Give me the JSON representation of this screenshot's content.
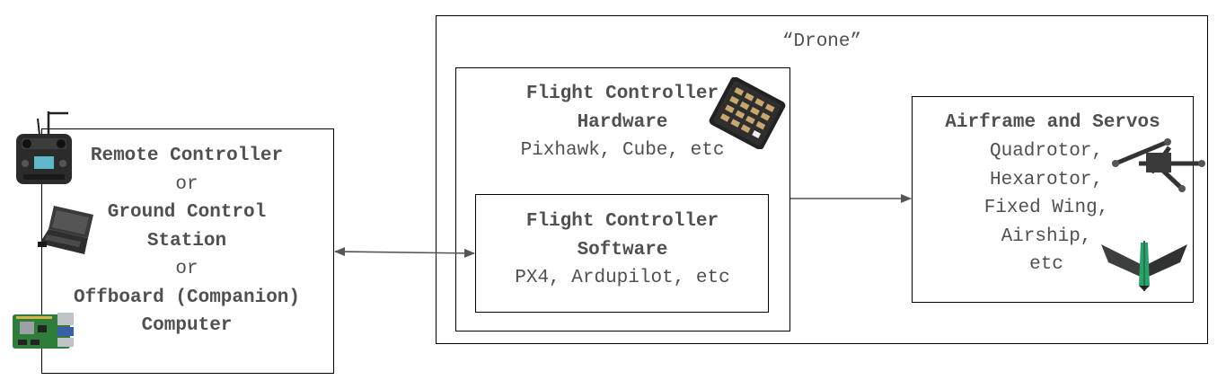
{
  "drone": {
    "title": "“Drone”"
  },
  "left": {
    "lines": [
      {
        "text": "Remote Controller",
        "bold": true
      },
      {
        "text": "or",
        "bold": false
      },
      {
        "text": "Ground Control",
        "bold": true
      },
      {
        "text": "Station",
        "bold": true
      },
      {
        "text": "or",
        "bold": false
      },
      {
        "text": "Offboard (Companion)",
        "bold": true
      },
      {
        "text": "Computer",
        "bold": true
      }
    ]
  },
  "fc_hardware": {
    "title_1": "Flight Controller",
    "title_2": "Hardware",
    "examples": "Pixhawk, Cube, etc"
  },
  "fc_software": {
    "title_1": "Flight Controller",
    "title_2": "Software",
    "examples": "PX4, Ardupilot, etc"
  },
  "airframe": {
    "title": "Airframe and Servos",
    "items": [
      "Quadrotor,",
      "Hexarotor,",
      "Fixed Wing,",
      "Airship,",
      "etc"
    ]
  },
  "icons": [
    "remote-controller",
    "rugged-laptop",
    "raspberry-pi-board",
    "pixhawk-controller",
    "quadrotor-frame",
    "flying-wing"
  ],
  "colors": {
    "stroke": "#000000",
    "text": "#505050",
    "connector": "#555555"
  }
}
